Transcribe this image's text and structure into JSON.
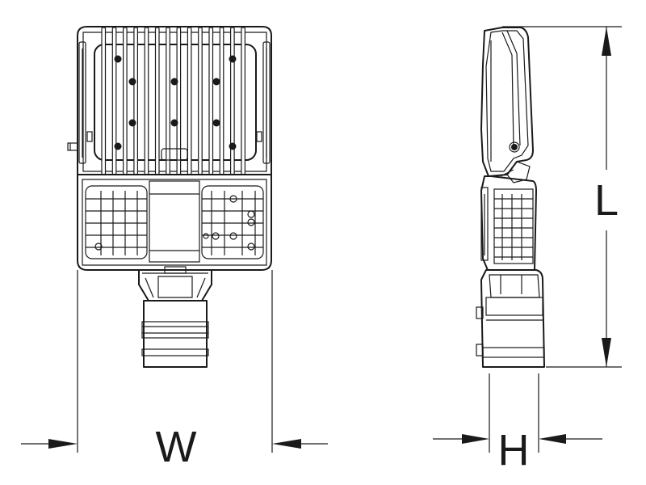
{
  "dimensions": {
    "width_label": "W",
    "length_label": "L",
    "height_label": "H"
  },
  "colors": {
    "line": "#1a1a1a",
    "background": "#ffffff"
  }
}
